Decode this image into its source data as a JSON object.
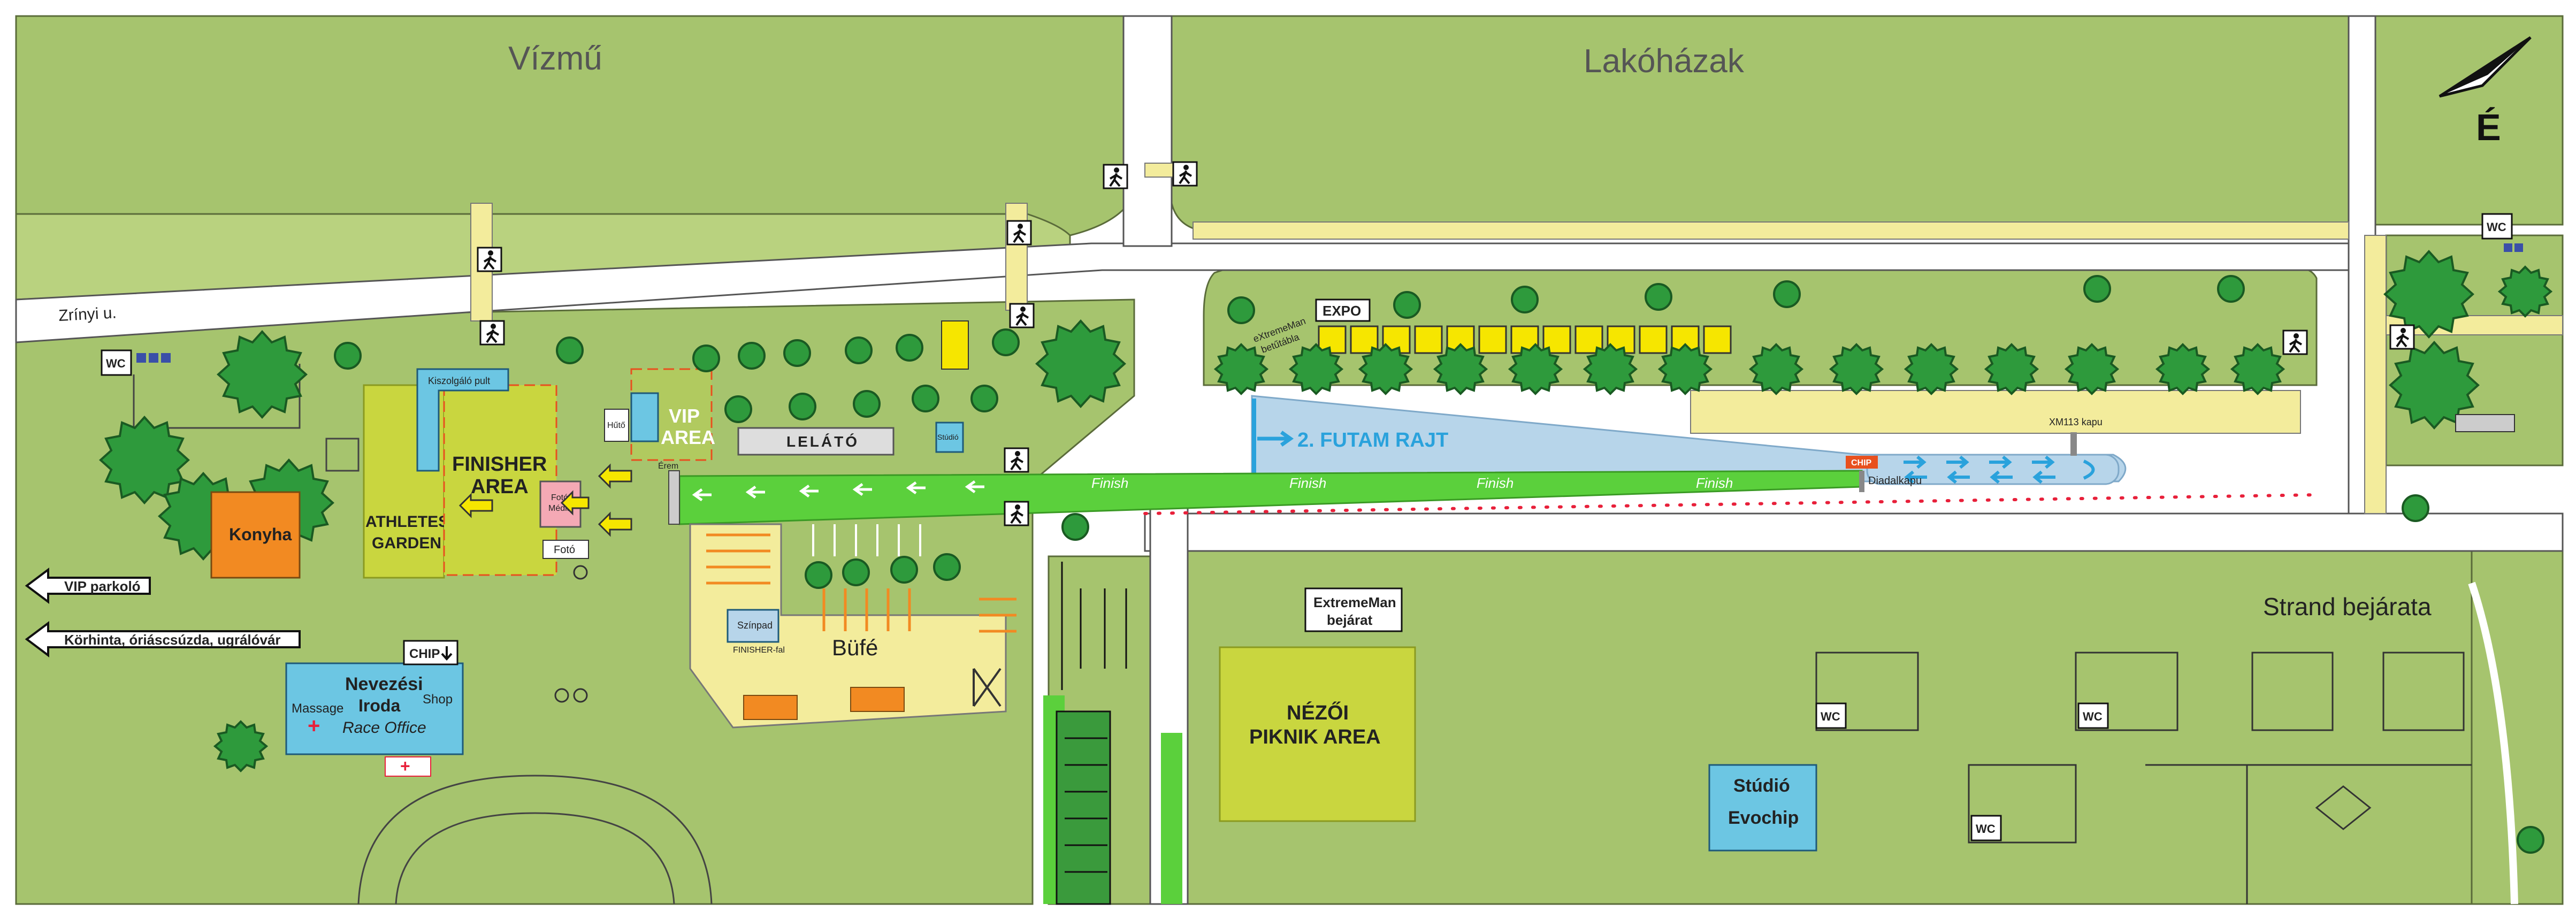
{
  "areas": {
    "vizmu": "Vízmű",
    "lakohazak": "Lakóházak",
    "street": "Zrínyi u.",
    "compass": "É",
    "strand_entrance": "Strand bejárata"
  },
  "labels": {
    "vip_parking": "VIP parkoló",
    "rides": "Körhinta, óriáscsúzda, ugrálóvár",
    "konyha": "Konyha",
    "athletes_garden_1": "ATHLETES'",
    "athletes_garden_2": "GARDEN",
    "finisher_1": "FINISHER",
    "finisher_2": "AREA",
    "kiszolgalo": "Kiszolgáló pult",
    "vip_1": "VIP",
    "vip_2": "AREA",
    "hutes": "Hűtő",
    "foto_media_1": "Fotó",
    "foto_media_2": "Média",
    "foto": "Fotó",
    "erem": "Érem",
    "lelato": "LELÁTÓ",
    "studio": "Stúdió",
    "szinpad": "Színpad",
    "finisher_fal": "FINISHER-fal",
    "bufe": "Büfé",
    "nevezesi_1": "Nevezési",
    "nevezesi_2": "Iroda",
    "massage": "Massage",
    "shop": "Shop",
    "race_office": "Race Office",
    "chip": "CHIP",
    "expo": "EXPO",
    "extrememan_sign_1": "eXtremeMan",
    "extrememan_sign_2": "betűtábla",
    "futam_rajt": "2. FUTAM RAJT",
    "xm_kapu": "XM113 kapu",
    "diadalkapu": "Diadalkapu",
    "finish": "Finish",
    "extrememan_bejarat_1": "ExtremeMan",
    "extrememan_bejarat_2": "bejárat",
    "piknik_1": "NÉZŐI",
    "piknik_2": "PIKNIK AREA",
    "studio_evochip_1": "Stúdió",
    "studio_evochip_2": "Evochip",
    "wc": "WC"
  },
  "colors": {
    "grass": "#a6c46e",
    "grass_light": "#b9d27f",
    "road": "#ffffff",
    "sidewalk": "#f3ec9c",
    "finish_green": "#5bd03c",
    "start_blue": "#b7d5ea",
    "orange": "#f28a22",
    "lime": "#c9d63f",
    "cyan": "#6cc6e3",
    "tree": "#2e9a3c",
    "yellow": "#f6e600",
    "arrow_blue": "#2aa2dc",
    "red_dots": "#e8203a"
  }
}
